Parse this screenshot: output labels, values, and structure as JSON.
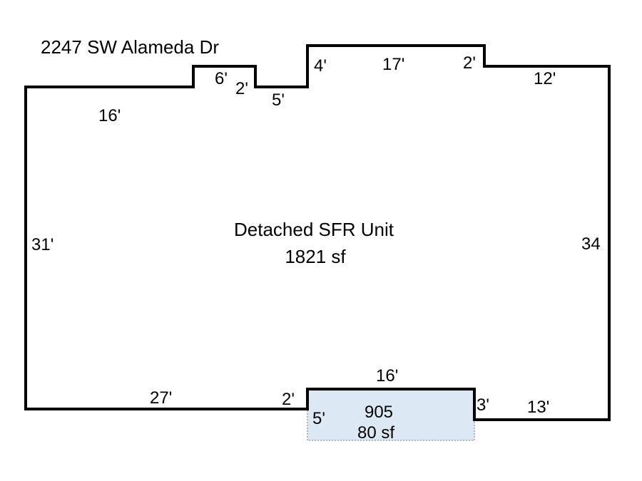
{
  "address": "2247 SW Alameda Dr",
  "main_area": {
    "name": "Detached SFR Unit",
    "area": "1821 sf"
  },
  "addition": {
    "code": "905",
    "area": "80 sf",
    "fill_color": "#dce9f5"
  },
  "dimensions": {
    "top_left": "16'",
    "bump_top": "6'",
    "bump_right": "2'",
    "notch_bottom": "5'",
    "step_up": "4'",
    "top_center": "17'",
    "step_down": "2'",
    "top_right": "12'",
    "left": "31'",
    "right": "34",
    "bottom_left": "27'",
    "bottom_step": "2'",
    "addition_top": "16'",
    "addition_left": "5'",
    "addition_right": "3'",
    "bottom_right": "13'"
  }
}
